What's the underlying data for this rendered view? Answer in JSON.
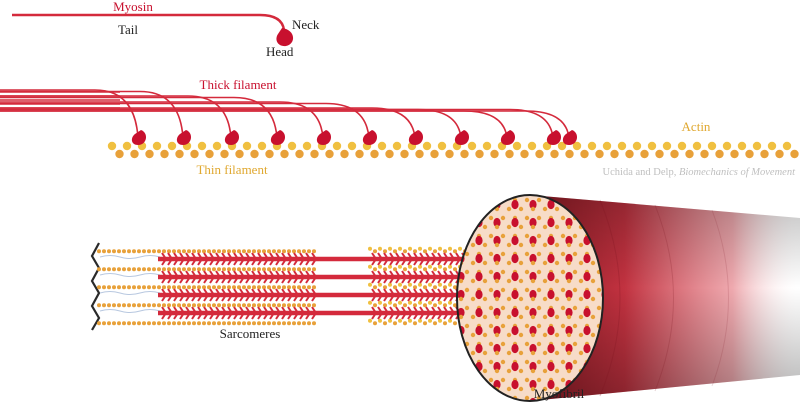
{
  "labels": {
    "myosin": "Myosin",
    "tail": "Tail",
    "neck": "Neck",
    "head": "Head",
    "thick_filament": "Thick filament",
    "actin": "Actin",
    "thin_filament": "Thin filament",
    "credit_prefix": "Uchida and Delp, ",
    "credit_title": "Biomechanics of Movement",
    "sarcomeres": "Sarcomeres",
    "myofibril": "Myofibril"
  },
  "colors": {
    "myosin_red": "#d42a3c",
    "myosin_label": "#c8102e",
    "actin_yellow": "#f0c040",
    "actin_orange": "#e8a13a",
    "actin_label": "#e0a830",
    "credit_gray": "#bfbfbf",
    "titin_blue": "#b8c8e0",
    "zline": "#2a2a2a",
    "myofibril_pink": "#f5d6c8",
    "myofibril_dark": "#8e1a24"
  }
}
